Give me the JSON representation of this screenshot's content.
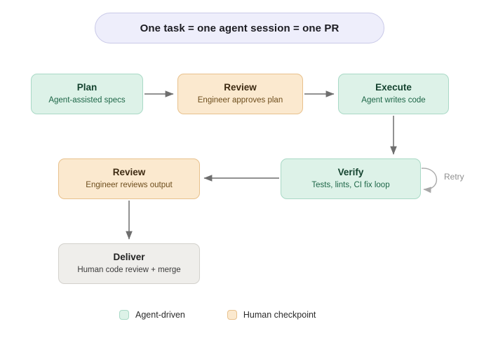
{
  "banner": {
    "text": "One task = one agent session = one PR"
  },
  "nodes": {
    "plan": {
      "title": "Plan",
      "subtitle": "Agent-assisted specs",
      "kind": "agent-driven"
    },
    "review1": {
      "title": "Review",
      "subtitle": "Engineer approves plan",
      "kind": "human-checkpoint"
    },
    "execute": {
      "title": "Execute",
      "subtitle": "Agent writes code",
      "kind": "agent-driven"
    },
    "verify": {
      "title": "Verify",
      "subtitle": "Tests, lints, CI fix loop",
      "kind": "agent-driven"
    },
    "review2": {
      "title": "Review",
      "subtitle": "Engineer reviews output",
      "kind": "human-checkpoint"
    },
    "deliver": {
      "title": "Deliver",
      "subtitle": "Human code review + merge",
      "kind": "neutral"
    }
  },
  "edges": {
    "retry_label": "Retry"
  },
  "legend": {
    "items": [
      {
        "label": "Agent-driven",
        "color": "#ddf2e8"
      },
      {
        "label": "Human checkpoint",
        "color": "#fbe9cf"
      }
    ]
  },
  "colors": {
    "banner_fill": "#eeeefb",
    "banner_border": "#c9c9e8",
    "agent_fill": "#ddf2e8",
    "agent_border": "#a9d9c6",
    "human_fill": "#fbe9cf",
    "human_border": "#e8c18d",
    "neutral_fill": "#efeeeb",
    "neutral_border": "#d3d1cc",
    "connector": "#6e6e6e",
    "retry_connector": "#a8a8a8"
  }
}
